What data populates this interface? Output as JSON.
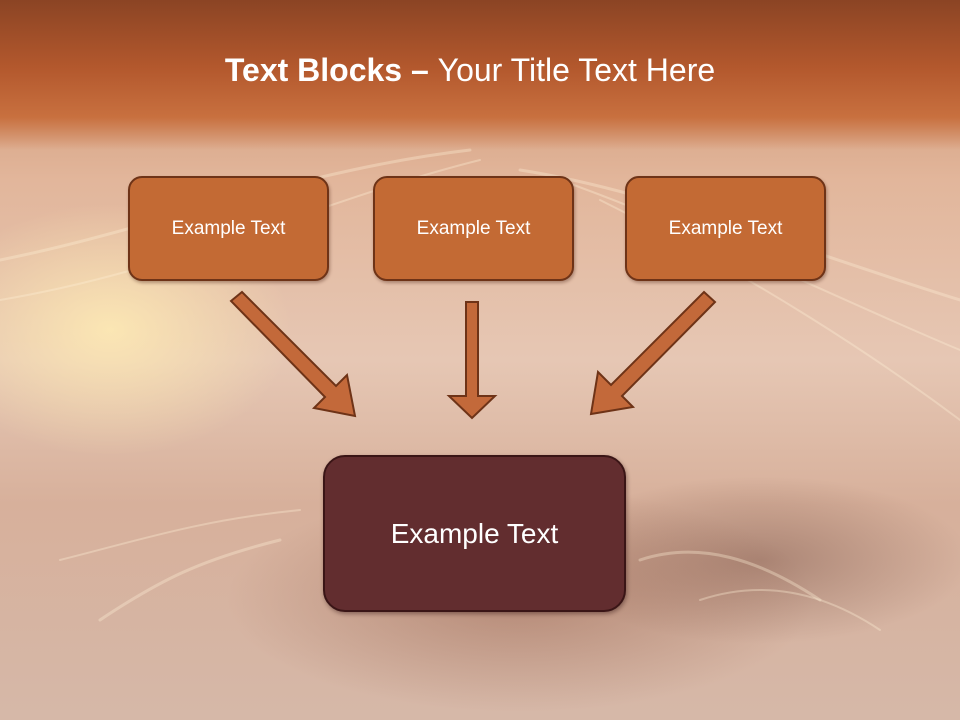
{
  "title": {
    "bold": "Text Blocks",
    "dash": " – ",
    "rest": "Your Title Text Here"
  },
  "diagram": {
    "source_boxes": [
      {
        "label": "Example Text"
      },
      {
        "label": "Example Text"
      },
      {
        "label": "Example Text"
      }
    ],
    "target_box": {
      "label": "Example Text"
    }
  },
  "colors": {
    "header": "#b3582d",
    "source_box_fill": "#c36a34",
    "source_box_border": "#6e3317",
    "arrow_fill": "#c3693a",
    "target_box_fill": "#622d2f"
  }
}
